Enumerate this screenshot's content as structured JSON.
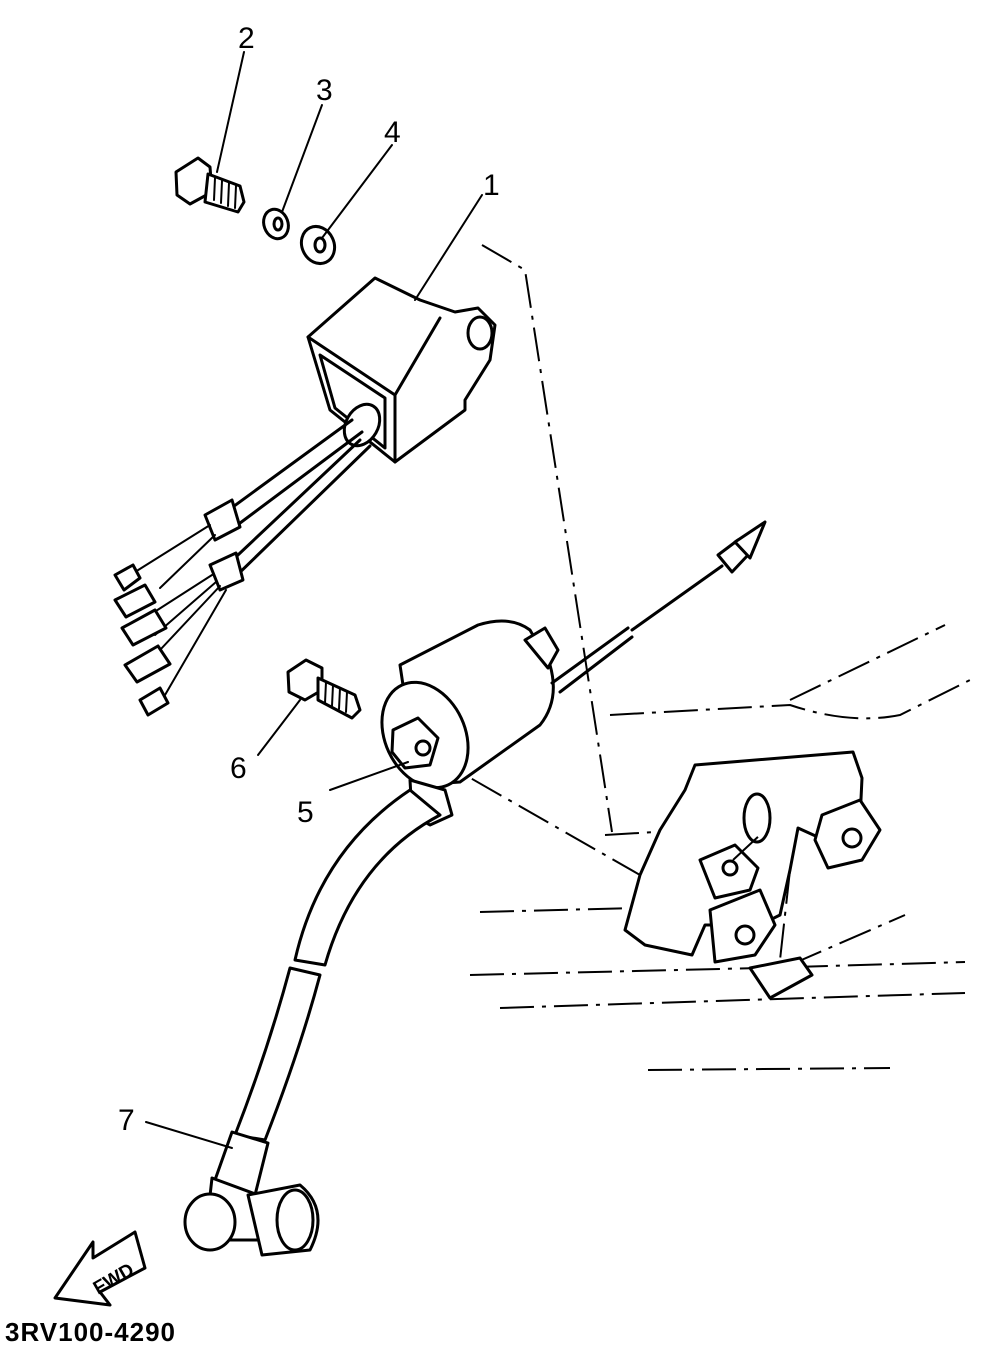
{
  "callouts": [
    "1",
    "2",
    "3",
    "4",
    "5",
    "6",
    "7"
  ],
  "direction_label": "FWD",
  "drawing_number": "3RV100-4290"
}
